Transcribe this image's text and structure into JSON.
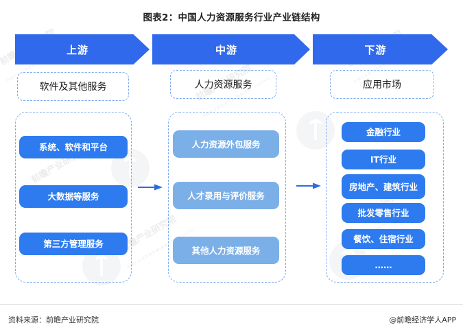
{
  "title": "图表2：中国人力资源服务行业产业链结构",
  "stages": [
    {
      "header": "上游",
      "subtitle": "软件及其他服务",
      "items": [
        "系统、软件和平台",
        "大数据等服务",
        "第三方管理服务"
      ]
    },
    {
      "header": "中游",
      "subtitle": "人力资源服务",
      "items": [
        "人力资源外包服务",
        "人才录用与评价服务",
        "其他人力资源服务"
      ]
    },
    {
      "header": "下游",
      "subtitle": "应用市场",
      "items": [
        "金融行业",
        "IT行业",
        "房地产、建筑行业",
        "批发零售行业",
        "餐饮、住宿行业",
        "……"
      ]
    }
  ],
  "footer": {
    "source": "资料来源：前瞻产业研究院",
    "attribution": "@前瞻经济学人APP"
  },
  "watermark": {
    "text": "前瞻产业研究院",
    "subtext": "中国产业咨询领导者(股票代码：839599)"
  },
  "colors": {
    "chevron": "#3069ec",
    "chip_dark": "#2e7bef",
    "chip_light": "#7bafe8",
    "dashed_border": "#7aa9f0",
    "arrow": "#2e6be0"
  },
  "icons": {
    "arrow_right": "arrow-right-icon",
    "chevron_stage": "chevron-right-icon"
  }
}
